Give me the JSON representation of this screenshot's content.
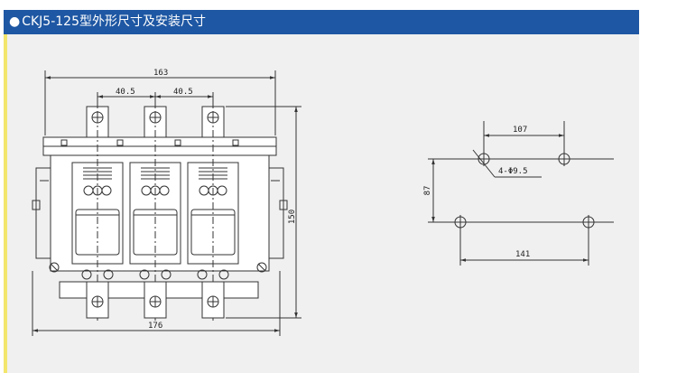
{
  "header": {
    "bullet": "●",
    "title": "CKJ5-125型外形尺寸及安装尺寸"
  },
  "front_view": {
    "dim_total_width_top": "163",
    "dim_pitch_left": "40.5",
    "dim_pitch_right": "40.5",
    "dim_total_width_bottom": "176",
    "dim_height": "150"
  },
  "mounting_view": {
    "dim_top_spacing": "107",
    "dim_bottom_spacing": "141",
    "dim_vertical_spacing": "87",
    "hole_label": "4-Φ9.5"
  },
  "colors": {
    "header_bg": "#1e57a3",
    "panel_bg": "#f0f0f0",
    "accent_line": "#f3e66c"
  }
}
